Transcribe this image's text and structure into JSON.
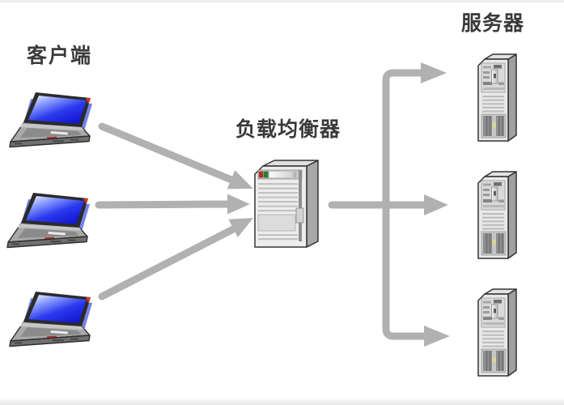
{
  "labels": {
    "clients": "客户端",
    "load_balancer": "负载均衡器",
    "servers": "服务器"
  },
  "nodes": {
    "clients": [
      {
        "id": "client-laptop-1",
        "icon": "laptop-icon"
      },
      {
        "id": "client-laptop-2",
        "icon": "laptop-icon"
      },
      {
        "id": "client-laptop-3",
        "icon": "laptop-icon"
      }
    ],
    "load_balancer": {
      "id": "load-balancer",
      "icon": "tower-server-icon"
    },
    "servers": [
      {
        "id": "server-1",
        "icon": "tower-server-icon"
      },
      {
        "id": "server-2",
        "icon": "tower-server-icon"
      },
      {
        "id": "server-3",
        "icon": "tower-server-icon"
      }
    ]
  },
  "edges": [
    {
      "from": "client-laptop-1",
      "to": "load-balancer"
    },
    {
      "from": "client-laptop-2",
      "to": "load-balancer"
    },
    {
      "from": "client-laptop-3",
      "to": "load-balancer"
    },
    {
      "from": "load-balancer",
      "to": "server-1"
    },
    {
      "from": "load-balancer",
      "to": "server-2"
    },
    {
      "from": "load-balancer",
      "to": "server-3"
    }
  ],
  "colors": {
    "background": "#ffffff",
    "arrow": "#b1b1b1",
    "text": "#3a3a3a",
    "laptop_screen_blue": "#2230e0",
    "device_gray": "#e8e8e8"
  }
}
